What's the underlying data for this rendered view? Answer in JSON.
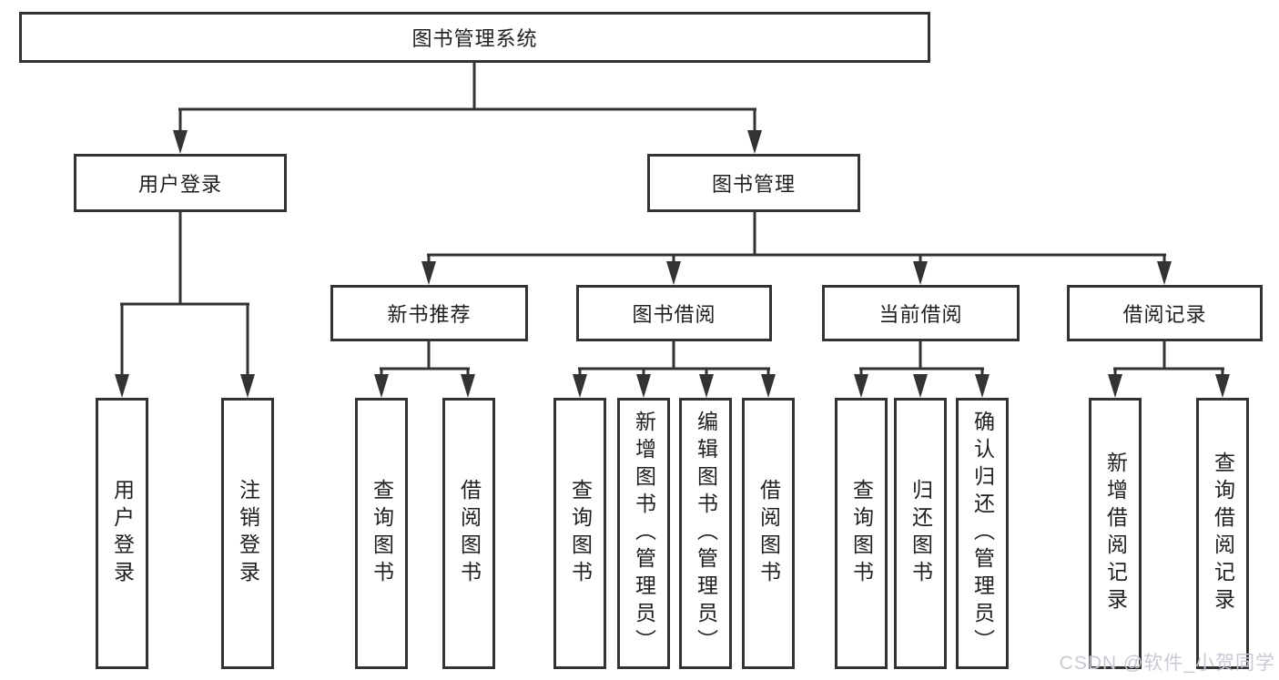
{
  "title_node": "图书管理系统",
  "level2": [
    {
      "label": "用户登录"
    },
    {
      "label": "图书管理"
    }
  ],
  "level3": [
    {
      "label": "新书推荐"
    },
    {
      "label": "图书借阅"
    },
    {
      "label": "当前借阅"
    },
    {
      "label": "借阅记录"
    }
  ],
  "leaves": [
    {
      "label": "用户登录"
    },
    {
      "label": "注销登录"
    },
    {
      "label": "查询图书"
    },
    {
      "label": "借阅图书"
    },
    {
      "label": "查询图书"
    },
    {
      "label": "新增图书（管理员）"
    },
    {
      "label": "编辑图书（管理员）"
    },
    {
      "label": "借阅图书"
    },
    {
      "label": "查询图书"
    },
    {
      "label": "归还图书"
    },
    {
      "label": "确认归还（管理员）"
    },
    {
      "label": "新增借阅记录"
    },
    {
      "label": "查询借阅记录"
    }
  ],
  "watermark": "CSDN @软件_小贺同学",
  "colors": {
    "line": "#333333",
    "box_fill": "#ffffff",
    "text": "#1f1f1f",
    "background": "#ffffff",
    "watermark": "#c9c9d4"
  }
}
